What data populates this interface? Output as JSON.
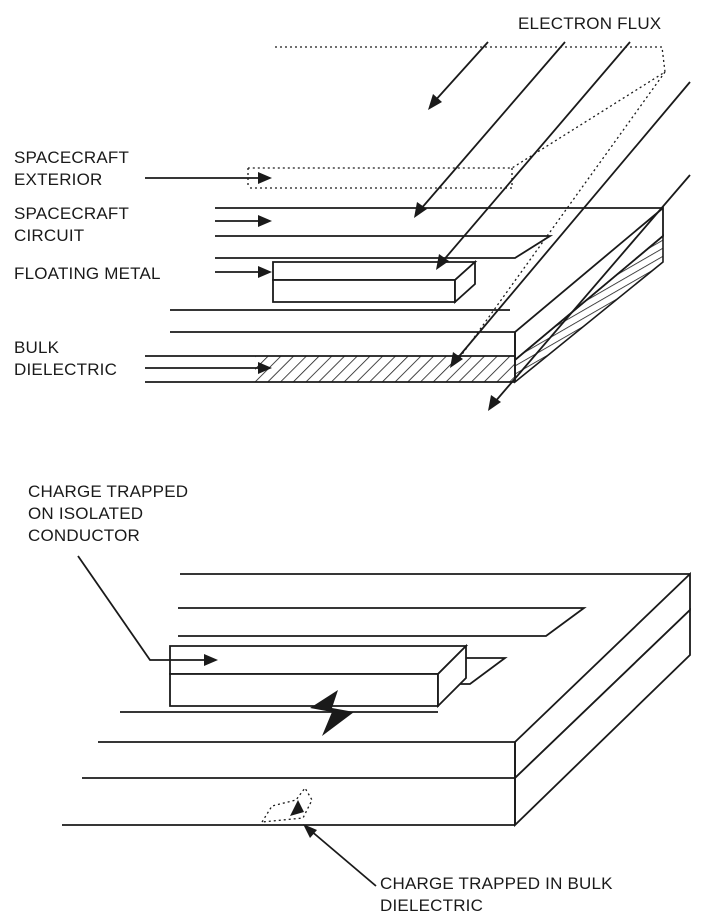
{
  "top_diagram": {
    "electron_flux": "ELECTRON FLUX",
    "spacecraft_exterior": [
      "SPACECRAFT",
      "EXTERIOR"
    ],
    "spacecraft_circuit": [
      "SPACECRAFT",
      "CIRCUIT"
    ],
    "floating_metal": "FLOATING METAL",
    "bulk_dielectric": [
      "BULK",
      "DIELECTRIC"
    ]
  },
  "bottom_diagram": {
    "isolated_conductor": [
      "CHARGE TRAPPED",
      "ON ISOLATED",
      "CONDUCTOR"
    ],
    "bulk_trapped": [
      "CHARGE TRAPPED IN BULK",
      "DIELECTRIC"
    ]
  }
}
